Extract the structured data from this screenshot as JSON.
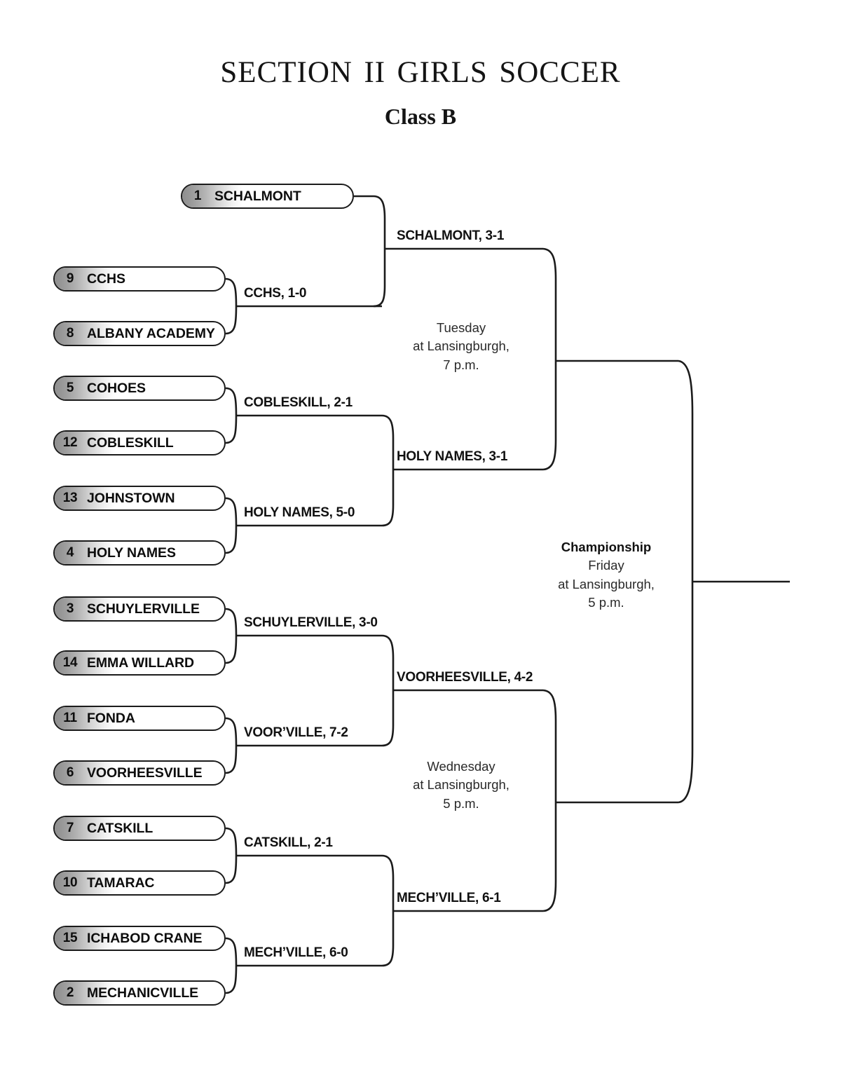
{
  "header": {
    "title": "Section II Girls Soccer",
    "subtitle": "Class B"
  },
  "bracket": {
    "teams": [
      {
        "seed": "1",
        "name": "SCHALMONT"
      },
      {
        "seed": "9",
        "name": "CCHS"
      },
      {
        "seed": "8",
        "name": "ALBANY ACADEMY"
      },
      {
        "seed": "5",
        "name": "COHOES"
      },
      {
        "seed": "12",
        "name": "COBLESKILL"
      },
      {
        "seed": "13",
        "name": "JOHNSTOWN"
      },
      {
        "seed": "4",
        "name": "HOLY NAMES"
      },
      {
        "seed": "3",
        "name": "SCHUYLERVILLE"
      },
      {
        "seed": "14",
        "name": "EMMA WILLARD"
      },
      {
        "seed": "11",
        "name": "FONDA"
      },
      {
        "seed": "6",
        "name": "VOORHEESVILLE"
      },
      {
        "seed": "7",
        "name": "CATSKILL"
      },
      {
        "seed": "10",
        "name": "TAMARAC"
      },
      {
        "seed": "15",
        "name": "ICHABOD CRANE"
      },
      {
        "seed": "2",
        "name": "MECHANICVILLE"
      }
    ],
    "round2_results": [
      {
        "text": "CCHS, 1-0"
      },
      {
        "text": "COBLESKILL, 2-1"
      },
      {
        "text": "HOLY NAMES, 5-0"
      },
      {
        "text": "SCHUYLERVILLE, 3-0"
      },
      {
        "text": "VOOR’VILLE, 7-2"
      },
      {
        "text": "CATSKILL, 2-1"
      },
      {
        "text": "MECH’VILLE, 6-0"
      }
    ],
    "quarterfinal_results": [
      {
        "text": "SCHALMONT, 3-1"
      },
      {
        "text": "HOLY NAMES, 3-1"
      },
      {
        "text": "VOORHEESVILLE, 4-2"
      },
      {
        "text": "MECH’VILLE, 6-1"
      }
    ],
    "semifinal_games": [
      {
        "heading": "",
        "line1": "Tuesday",
        "line2": "at Lansingburgh,",
        "line3": "7 p.m."
      },
      {
        "heading": "",
        "line1": "Wednesday",
        "line2": "at Lansingburgh,",
        "line3": "5 p.m."
      }
    ],
    "final_game": {
      "heading": "Championship",
      "line1": "Friday",
      "line2": "at Lansingburgh,",
      "line3": "5 p.m."
    }
  },
  "colors": {
    "ink": "#1b1b1b",
    "seed_shade_dark": "#8e8e8e",
    "background": "#ffffff"
  }
}
